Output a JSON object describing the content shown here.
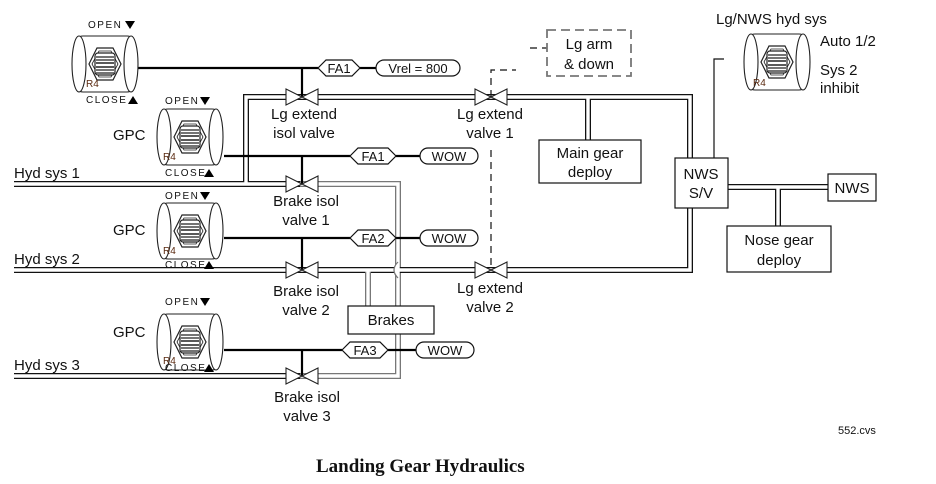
{
  "title": "Landing Gear Hydraulics",
  "file_id": "552.cvs",
  "switches": {
    "top": {
      "open": "OPEN",
      "close": "CLOSE",
      "ref": "R4"
    },
    "gpc1": {
      "label": "GPC",
      "open": "OPEN",
      "close": "CLOSE",
      "ref": "R4"
    },
    "gpc2": {
      "label": "GPC",
      "open": "OPEN",
      "close": "CLOSE",
      "ref": "R4"
    },
    "gpc3": {
      "label": "GPC",
      "open": "OPEN",
      "close": "CLOSE",
      "ref": "R4"
    },
    "nws": {
      "title": "Lg/NWS hyd sys",
      "pos1": "Auto 1/2",
      "pos2_line1": "Sys 2",
      "pos2_line2": "inhibit",
      "ref": "R4"
    }
  },
  "hyd_systems": [
    "Hyd sys 1",
    "Hyd sys 2",
    "Hyd sys 3"
  ],
  "valves": {
    "lg_extend_isol": [
      "Lg extend",
      "isol valve"
    ],
    "lg_extend_1": [
      "Lg extend",
      "valve 1"
    ],
    "lg_extend_2": [
      "Lg extend",
      "valve 2"
    ],
    "brake_isol_1": [
      "Brake isol",
      "valve 1"
    ],
    "brake_isol_2": [
      "Brake isol",
      "valve 2"
    ],
    "brake_isol_3": [
      "Brake isol",
      "valve 3"
    ]
  },
  "signals": {
    "fa1_top": "FA1",
    "vrel": "Vrel = 800",
    "fa1": "FA1",
    "wow1": "WOW",
    "fa2": "FA2",
    "wow2": "WOW",
    "fa3": "FA3",
    "wow3": "WOW"
  },
  "boxes": {
    "lg_arm": [
      "Lg arm",
      "& down"
    ],
    "main_gear": [
      "Main gear",
      "deploy"
    ],
    "nws_sv": [
      "NWS",
      "S/V"
    ],
    "nws": "NWS",
    "nose_gear": [
      "Nose gear",
      "deploy"
    ],
    "brakes": "Brakes"
  }
}
